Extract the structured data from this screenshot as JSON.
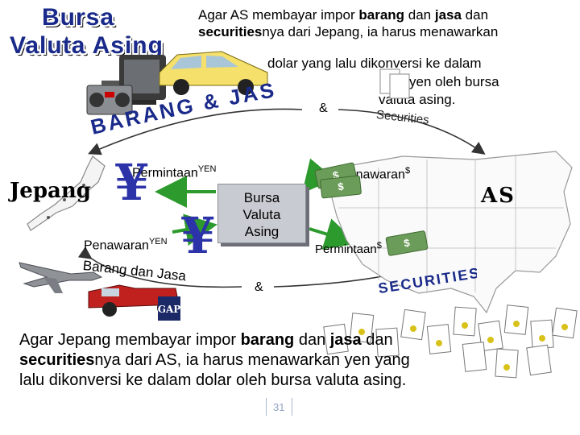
{
  "title": {
    "line1": "Bursa",
    "line2": "Valuta Asing"
  },
  "top_text": {
    "line1_a": "Agar AS membayar impor ",
    "line1_b": "barang",
    "line1_c": " dan ",
    "line1_d": "jasa",
    "line1_e": " dan",
    "line2_a": "securities",
    "line2_b": "nya dari Jepang, ia harus menawarkan",
    "line3": "dolar yang lalu dikonversi ke dalam",
    "line4": "yen oleh bursa",
    "line5": "valuta   asing."
  },
  "labels": {
    "barang_jasa": "BARANG & JASA",
    "amp_top": "&",
    "securities_top": "Securities",
    "jepang": "Jepang",
    "as": "AS",
    "permintaan_yen": "Permintaan",
    "permintaan_yen_sup": "YEN",
    "penawaran_dollar": "Penawaran",
    "penawaran_dollar_sup": "$",
    "penawaran_yen": "Penawaran",
    "penawaran_yen_sup": "YEN",
    "permintaan_dollar": "Permintaan",
    "permintaan_dollar_sup": "$",
    "barang_dan_jasa": "Barang dan Jasa",
    "amp_bottom": "&",
    "securities_bottom": "SECURITIES",
    "yen_symbol": "¥",
    "dollar_symbol": "$",
    "gap": "GAP"
  },
  "center_box": {
    "line1": "Bursa",
    "line2": "Valuta",
    "line3": "Asing"
  },
  "bottom_text": {
    "line1_a": "Agar Jepang membayar impor ",
    "line1_b": "barang",
    "line1_c": " dan ",
    "line1_d": "jasa",
    "line1_e": " dan",
    "line2_a": "securities",
    "line2_b": "nya dari AS, ia harus menawarkan yen yang",
    "line3": "lalu dikonversi ke dalam dolar oleh bursa valuta asing."
  },
  "page_number": "31",
  "colors": {
    "arrow": "#2d9a2d",
    "accent": "#2c33a8",
    "box": "#c9cbd2"
  }
}
